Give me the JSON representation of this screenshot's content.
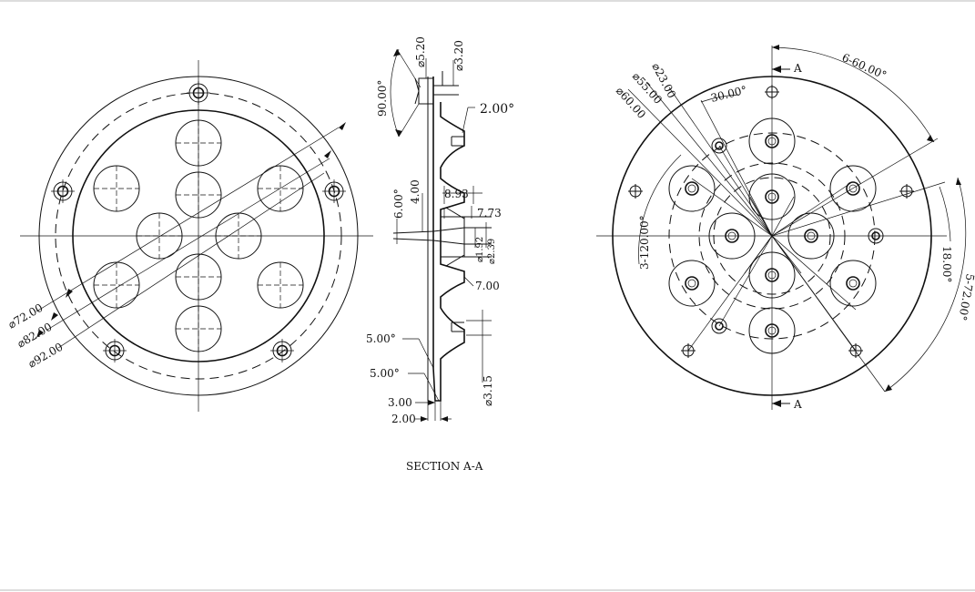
{
  "front_view": {
    "dims": {
      "d72": "⌀72.00",
      "d82": "⌀82.00",
      "d92": "⌀92.00"
    }
  },
  "section_view": {
    "dims": {
      "d520": "⌀5.20",
      "d320": "⌀3.20",
      "a90": "90.00°",
      "a2": "2.00°",
      "a6": "6.00°",
      "l4": "4.00",
      "l893": "8.93",
      "l773": "7.73",
      "d192": "⌀1.92",
      "d239": "⌀2.39",
      "l700": "7.00",
      "a5a": "5.00°",
      "a5b": "5.00°",
      "l300": "3.00",
      "l200": "2.00",
      "d315": "⌀3.15"
    },
    "caption": "SECTION A-A"
  },
  "rear_view": {
    "dims": {
      "d23": "⌀23.00",
      "d55": "⌀55.00",
      "d60": "⌀60.00",
      "a30": "30.00°",
      "p660": "6-60.00°",
      "p3120": "3-120.00°",
      "a18": "18.00°",
      "p572": "5-72.00°"
    },
    "section_mark": "A"
  }
}
